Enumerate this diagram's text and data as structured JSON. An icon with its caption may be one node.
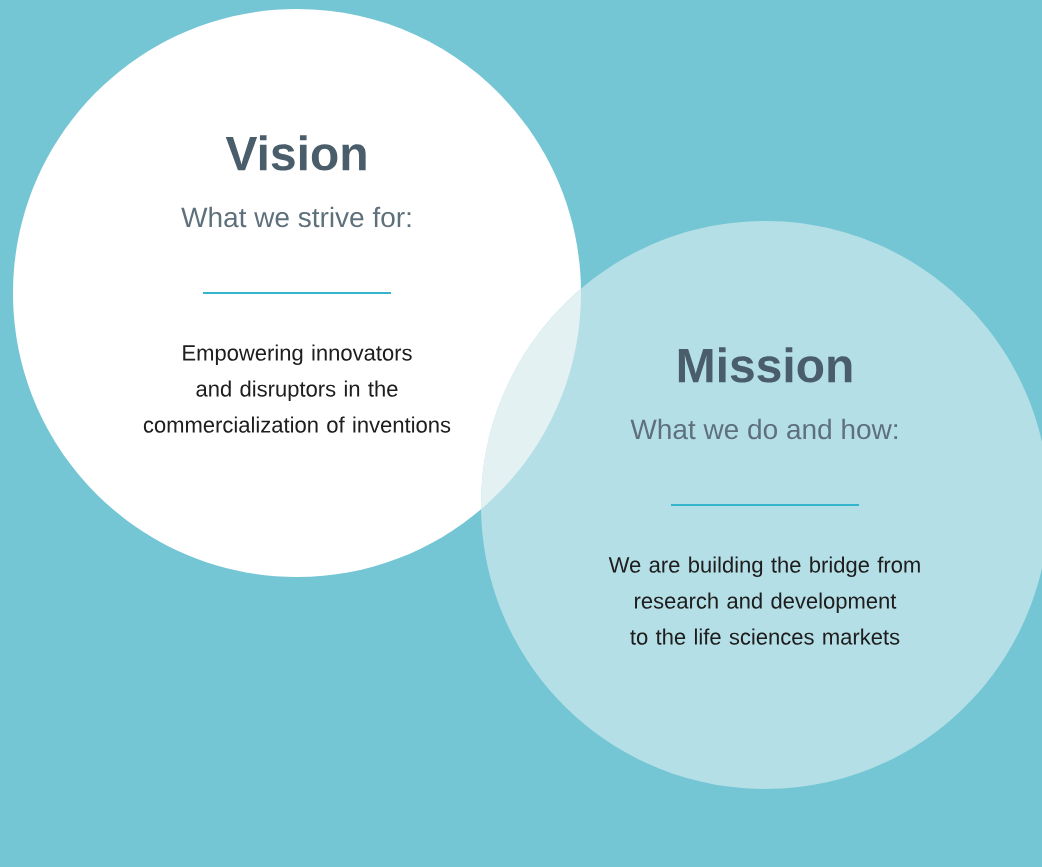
{
  "diagram": {
    "nodes": [
      {
        "text": [
          "Vision",
          "What we strive for:",
          "Empowering innovators and disruptors in the commercialization of inventions"
        ]
      },
      {
        "text": [
          "Mission",
          "What we do and how:",
          "We are building the bridge from research and development to the life sciences markets"
        ]
      }
    ]
  }
}
